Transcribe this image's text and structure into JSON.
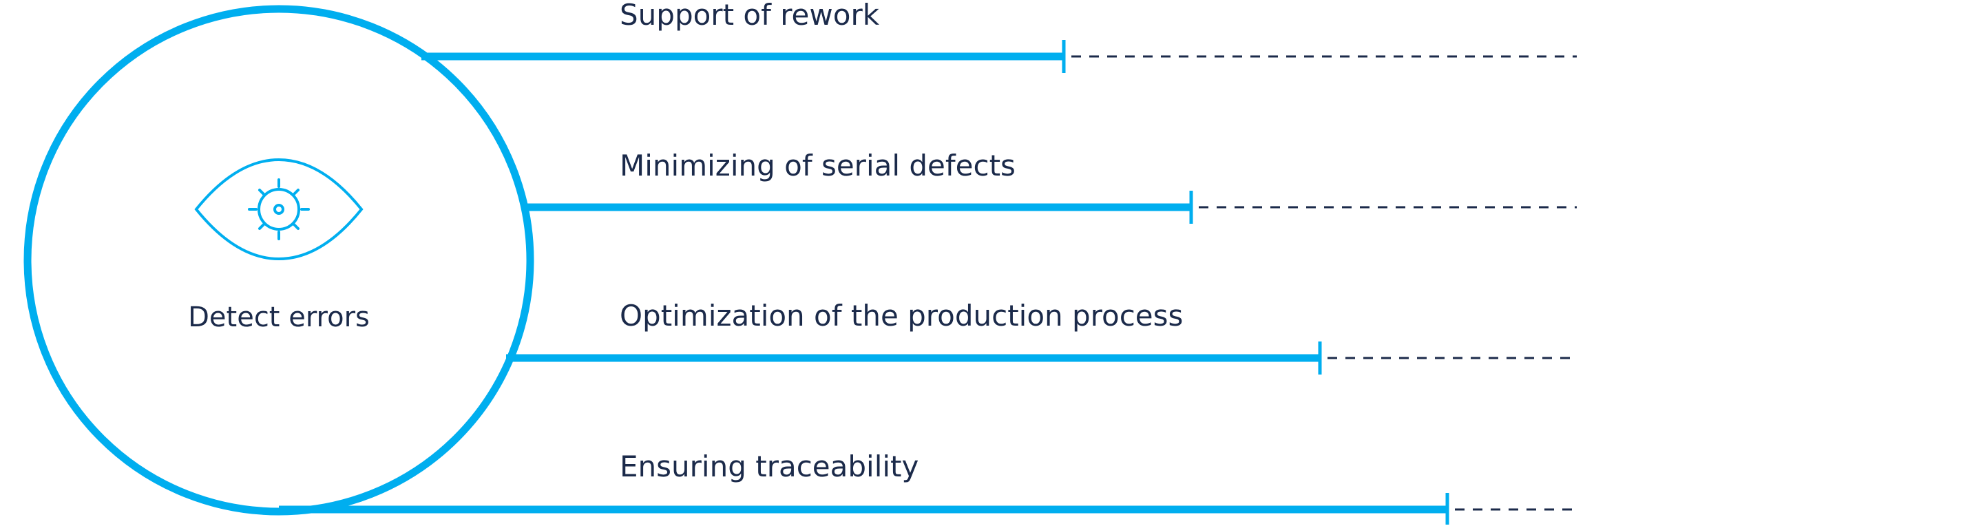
{
  "center": {
    "label": "Detect errors",
    "icon": "eye-gear-icon"
  },
  "benefits": [
    {
      "label": "Support of rework"
    },
    {
      "label": "Minimizing of serial defects"
    },
    {
      "label": "Optimization of the production process"
    },
    {
      "label": "Ensuring traceability"
    }
  ],
  "colors": {
    "accent": "#00aeef",
    "text": "#1b2a4a",
    "dash": "#1b2a4a"
  }
}
